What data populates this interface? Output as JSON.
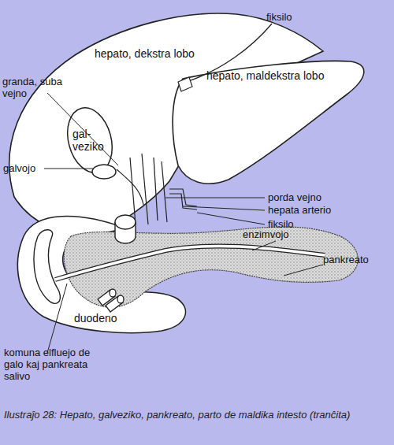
{
  "diagram": {
    "caption": "Ilustraĵo 28: Hepato, galveziko, pankreato, parto de maldika intesto (tranĉita)",
    "labels": [
      "fiksilo",
      "hepato, dekstra lobo",
      "granda, suba vejno",
      "hepato, maldekstra lobo",
      "gal- veziko",
      "galvojo",
      "porda vejno",
      "hepata arterio",
      "fiksilo",
      "enzimvojo",
      "pankreato",
      "duodeno",
      "komuna elfluejo de galo kaj pankreata salivo"
    ]
  }
}
